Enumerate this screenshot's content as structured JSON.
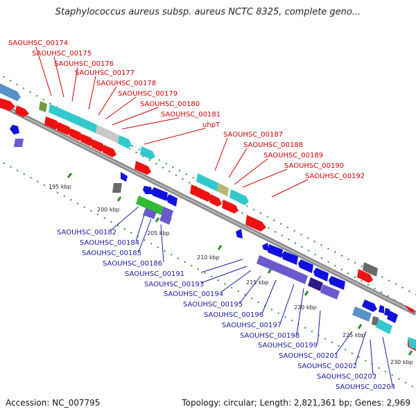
{
  "title": "Staphylococcus aureus subsp. aureus NCTC 8325, complete geno...",
  "footer": {
    "accession": "Accession: NC_007795",
    "info": "Topology: circular; Length: 2,821,361 bp; Genes: 2,969"
  },
  "colors": {
    "backbone": "#8a8a8a",
    "plus_label": "#cc0000",
    "minus_label": "#1a1aa0",
    "tick": "#2f8f2f"
  },
  "ticks": [
    "195 kbp",
    "200 kbp",
    "205 kbp",
    "210 kbp",
    "215 kbp",
    "220 kbp",
    "225 kbp",
    "230 kbp"
  ],
  "plus_genes": [
    "SAOUHSC_00174",
    "SAOUHSC_00175",
    "SAOUHSC_00176",
    "SAOUHSC_00177",
    "SAOUHSC_00178",
    "SAOUHSC_00179",
    "SAOUHSC_00180",
    "SAOUHSC_00181",
    "uhpT",
    "SAOUHSC_00187",
    "SAOUHSC_00188",
    "SAOUHSC_00189",
    "SAOUHSC_00190",
    "SAOUHSC_00192"
  ],
  "minus_genes": [
    "SAOUHSC_00182",
    "SAOUHSC_00184",
    "SAOUHSC_00185",
    "SAOUHSC_00186",
    "SAOUHSC_00191",
    "SAOUHSC_00193",
    "SAOUHSC_00194",
    "SAOUHSC_00195",
    "SAOUHSC_00196",
    "SAOUHSC_00197",
    "SAOUHSC_00198",
    "SAOUHSC_00199",
    "SAOUHSC_00201",
    "SAOUHSC_00202",
    "SAOUHSC_00203",
    "SAOUHSC_00204"
  ]
}
